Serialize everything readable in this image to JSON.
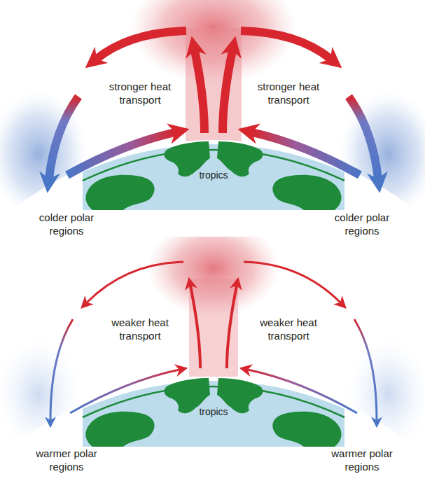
{
  "diagram": {
    "labels": [
      "stronger heat transport",
      "stronger heat transport",
      "tropics",
      "colder polar regions",
      "colder polar regions",
      "weaker heat transport",
      "weaker heat transport",
      "tropics",
      "warmer polar regions",
      "warmer polar regions"
    ]
  }
}
